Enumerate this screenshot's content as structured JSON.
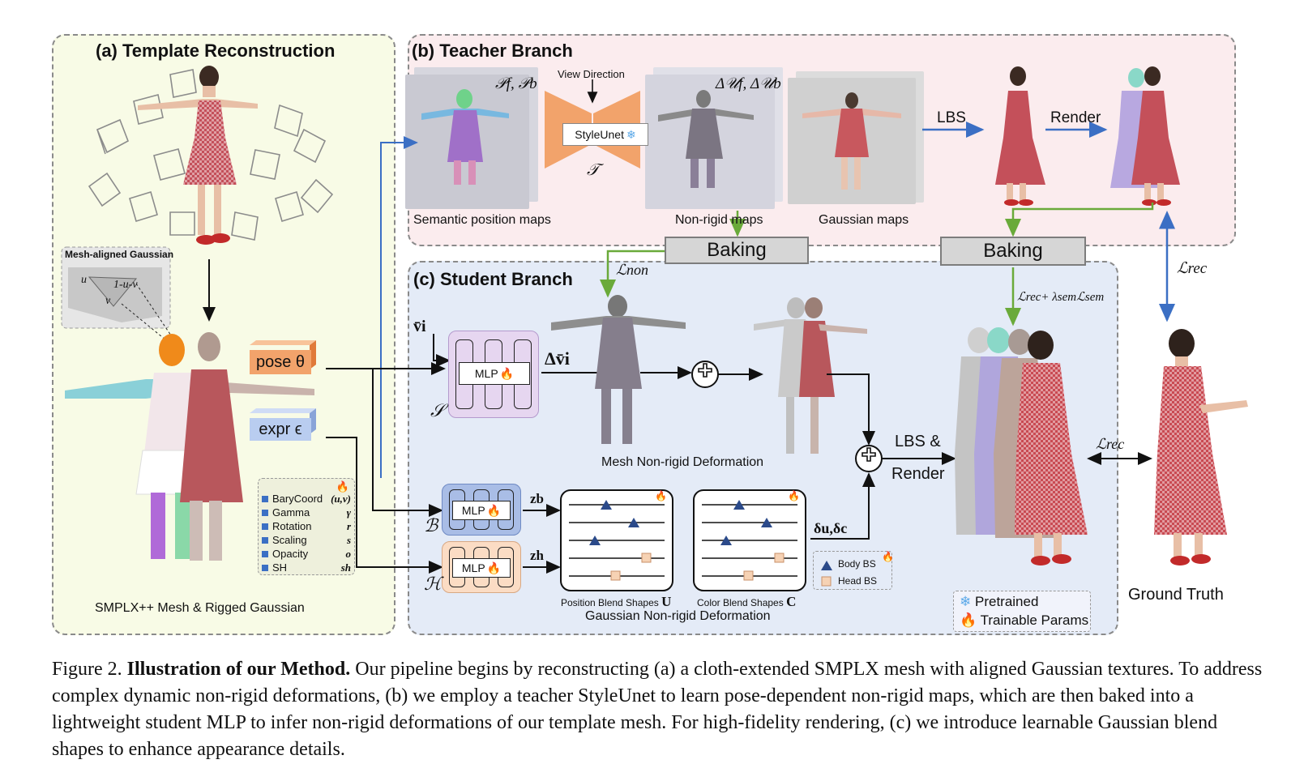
{
  "panels": {
    "a_title": "(a) Template Reconstruction",
    "b_title": "(b) Teacher Branch",
    "c_title": "(c) Student Branch"
  },
  "panel_a": {
    "mesh_aligned_gaussian": "Mesh-aligned Gaussian",
    "bary_u": "u",
    "bary_v": "v",
    "bary_1uv": "1-u-v",
    "attributes": [
      {
        "name": "BaryCoord",
        "symbol": "(u,v)"
      },
      {
        "name": "Gamma",
        "symbol": "γ"
      },
      {
        "name": "Rotation",
        "symbol": "r"
      },
      {
        "name": "Scaling",
        "symbol": "s"
      },
      {
        "name": "Opacity",
        "symbol": "o"
      },
      {
        "name": "SH",
        "symbol": "sh"
      }
    ],
    "bottom_label": "SMPLX++  Mesh  & Rigged Gaussian",
    "pose": "pose θ",
    "expr": "expr ϵ"
  },
  "panel_b": {
    "semantic_maps": "Semantic position maps",
    "semantic_symbols": "𝒫f, 𝒫b",
    "view_direction": "View Direction",
    "styleunet": "StyleUnet",
    "teacher_symbol": "𝒯",
    "nonrigid_maps": "Non-rigid maps",
    "nonrigid_symbols": "Δ𝒰f, Δ𝒰b",
    "gaussian_maps": "Gaussian maps",
    "lbs": "LBS",
    "render": "Render"
  },
  "panel_c": {
    "baking_left": "Baking",
    "baking_right": "Baking",
    "l_non": "ℒnon",
    "l_rec_sem": "ℒrec+ λsemℒsem",
    "l_rec_right": "ℒrec",
    "l_rec_mid": "ℒrec",
    "v_i": "v̄i",
    "mlp": "MLP",
    "s_symbol": "𝒮",
    "delta_v": "Δv̄i",
    "mesh_nonrigid": "Mesh Non-rigid Deformation",
    "b_symbol": "ℬ",
    "h_symbol": "ℋ",
    "z_b": "zb",
    "z_h": "zh",
    "position_bs": "Position Blend Shapes",
    "position_bs_sym": "U",
    "color_bs": "Color Blend Shapes",
    "color_bs_sym": "C",
    "delta_uc": "δu,δc",
    "body_bs": "Body BS",
    "head_bs": "Head BS",
    "gaussian_nonrigid": "Gaussian Non-rigid Deformation",
    "lbs_render_1": "LBS &",
    "lbs_render_2": "Render",
    "pretrained": "Pretrained",
    "trainable": "Trainable Params",
    "ground_truth": "Ground Truth"
  },
  "caption": {
    "prefix": "Figure 2.",
    "bold": "Illustration of our Method.",
    "text": "Our pipeline begins by reconstructing (a) a cloth-extended SMPLX mesh with aligned Gaussian textures. To address complex dynamic non-rigid deformations, (b) we employ a teacher StyleUnet to learn pose-dependent non-rigid maps, which are then baked into a lightweight student MLP to infer non-rigid deformations of our template mesh. For high-fidelity rendering, (c) we introduce learnable Gaussian blend shapes to enhance appearance details."
  },
  "colors": {
    "panel_a_bg": "#f8fbe6",
    "panel_b_bg": "#fbecee",
    "panel_c_bg": "#e4ebf7",
    "arrow_blue": "#3b6fc4",
    "arrow_green": "#6aaa3a",
    "unet_orange": "#f2a36b",
    "mlp_purple": "#e6d6f0",
    "mlp_blue": "#a9bde6",
    "mlp_peach": "#fbdcc4",
    "body_triangle": "#2b4a8a",
    "head_square": "#f6d2b4"
  }
}
